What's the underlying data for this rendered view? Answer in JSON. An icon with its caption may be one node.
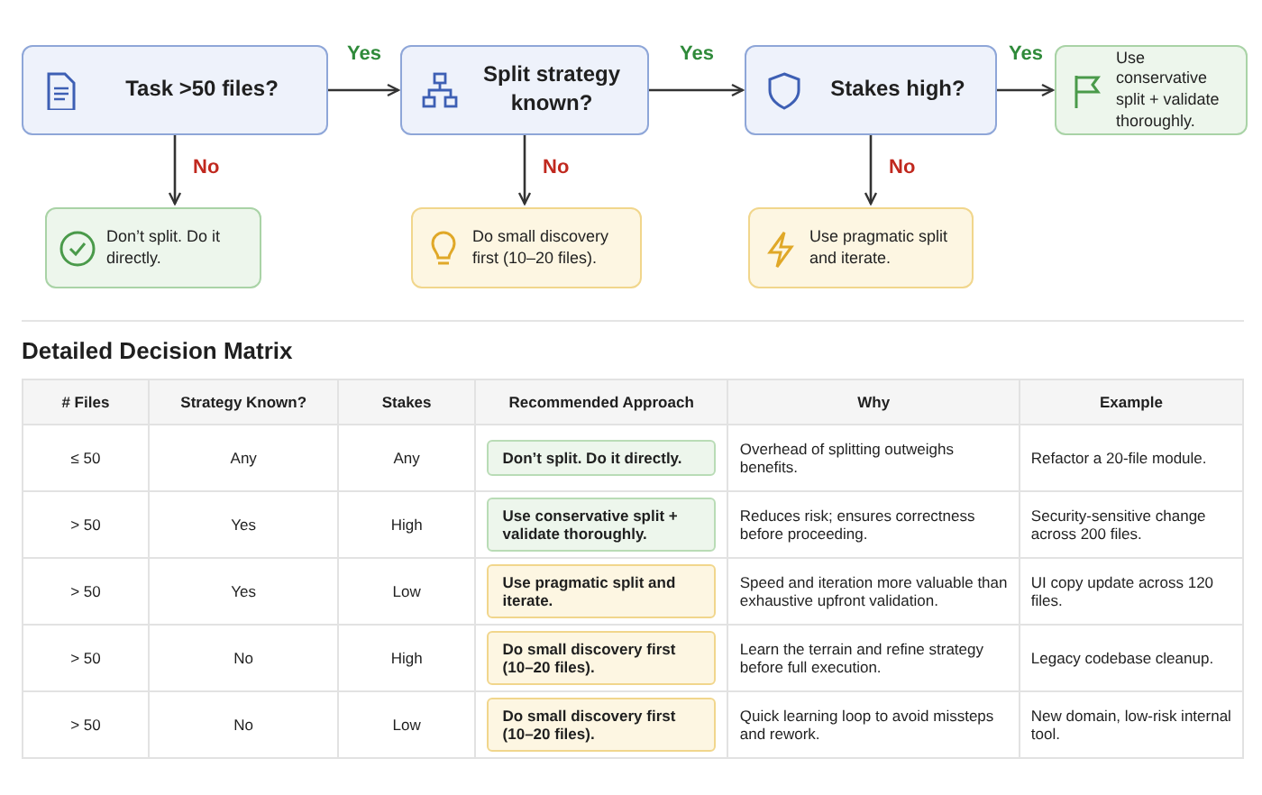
{
  "diagram": {
    "nodes": [
      {
        "text": [
          "Task >50 files?"
        ]
      },
      {
        "text": [
          "Split strategy known?"
        ]
      },
      {
        "text": [
          "Stakes high?"
        ]
      },
      {
        "text": [
          "Use conservative split + validate thoroughly."
        ]
      },
      {
        "text": [
          "Don’t split. Do it directly."
        ]
      },
      {
        "text": [
          "Do small discovery first (10–20 files)."
        ]
      },
      {
        "text": [
          "Use pragmatic split and iterate."
        ]
      }
    ],
    "edges": [
      {
        "from": 0,
        "to": 1,
        "arrow": "to",
        "label": "Yes"
      },
      {
        "from": 1,
        "to": 2,
        "arrow": "to",
        "label": "Yes"
      },
      {
        "from": 2,
        "to": 3,
        "arrow": "to",
        "label": "Yes"
      },
      {
        "from": 0,
        "to": 4,
        "arrow": "to",
        "label": "No"
      },
      {
        "from": 1,
        "to": 5,
        "arrow": "to",
        "label": "No"
      },
      {
        "from": 2,
        "to": 6,
        "arrow": "to",
        "label": "No"
      }
    ],
    "labels": [
      "Detailed Decision Matrix",
      "# Files",
      "Strategy Known?",
      "Stakes",
      "Recommended Approach",
      "Why",
      "Example",
      "≤ 50",
      "Any",
      "Any",
      "Don’t split. Do it directly.",
      "Overhead of splitting outweighs benefits.",
      "Refactor a 20-file module.",
      "> 50",
      "Yes",
      "High",
      "Use conservative split + validate thoroughly.",
      "Reduces risk; ensures correctness before proceeding.",
      "Security-sensitive change across 200 files.",
      "> 50",
      "Yes",
      "Low",
      "Use pragmatic split and iterate.",
      "Speed and iteration more valuable than exhaustive upfront validation.",
      "UI copy update across 120 files.",
      "> 50",
      "No",
      "High",
      "Do small discovery first (10–20 files).",
      "Learn the terrain and refine strategy before full execution.",
      "Legacy codebase cleanup.",
      "> 50",
      "No",
      "Low",
      "Do small discovery first (10–20 files).",
      "Quick learning loop to avoid missteps and rework.",
      "New domain, low-risk internal tool."
    ]
  }
}
